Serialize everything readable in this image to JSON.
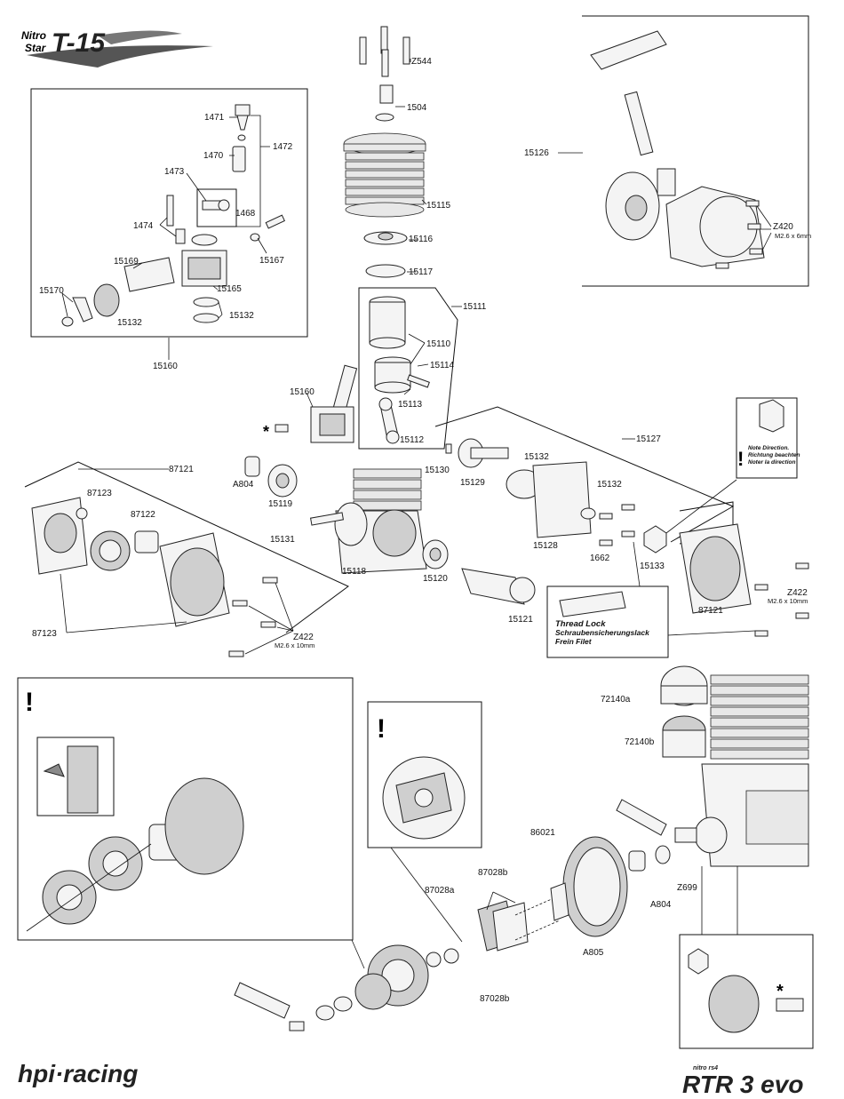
{
  "header": {
    "logo_line1": "Nitro",
    "logo_line2": "Star",
    "logo_model": "T-15"
  },
  "footer": {
    "brand_left": "hpi·racing",
    "brand_right_small": "nitro rs4",
    "brand_right": "RTR 3 evo"
  },
  "warning_mark": "!",
  "asterisk_mark": "*",
  "notes": {
    "direction_line1": "Note Direction.",
    "direction_line2": "Richtung beachten",
    "direction_line3": "Noter la direction",
    "threadlock_line1": "Thread Lock",
    "threadlock_line2": "Schraubensicherungslack",
    "threadlock_line3": "Frein Filet"
  },
  "labels": {
    "p1471": "1471",
    "p1470": "1470",
    "p1472": "1472",
    "p1473": "1473",
    "p1468": "1468",
    "p1474": "1474",
    "p15167": "15167",
    "p15169": "15169",
    "p15165": "15165",
    "p15170": "15170",
    "p15132a": "15132",
    "p15132b": "15132",
    "p15160a": "15160",
    "pz544": "Z544",
    "p1504": "1504",
    "p15115": "15115",
    "p15116": "15116",
    "p15117": "15117",
    "p15111": "15111",
    "p15110": "15110",
    "p15114": "15114",
    "p15113": "15113",
    "p15112": "15112",
    "p15126": "15126",
    "pz420": "Z420",
    "pz420_spec": "M2.6 x 6mm",
    "p15160b": "15160",
    "p87121a": "87121",
    "p87123a": "87123",
    "p87122": "87122",
    "p87123b": "87123",
    "pz422a": "Z422",
    "pz422a_spec": "M2.6 x 10mm",
    "pa804a": "A804",
    "p15119": "15119",
    "p15131": "15131",
    "p15118": "15118",
    "p15120": "15120",
    "p15130": "15130",
    "p15129": "15129",
    "p15127": "15127",
    "p15132c": "15132",
    "p15132d": "15132",
    "p15128": "15128",
    "p1662": "1662",
    "p15133": "15133",
    "p15121": "15121",
    "p87121b": "87121",
    "pz422b": "Z422",
    "pz422b_spec": "M2.6 x 10mm",
    "p72140a": "72140a",
    "p72140b": "72140b",
    "p86021": "86021",
    "pz699": "Z699",
    "pa804b": "A804",
    "p87028b_top": "87028b",
    "p87028a": "87028a",
    "pa805": "A805",
    "p87028b_bot": "87028b"
  }
}
